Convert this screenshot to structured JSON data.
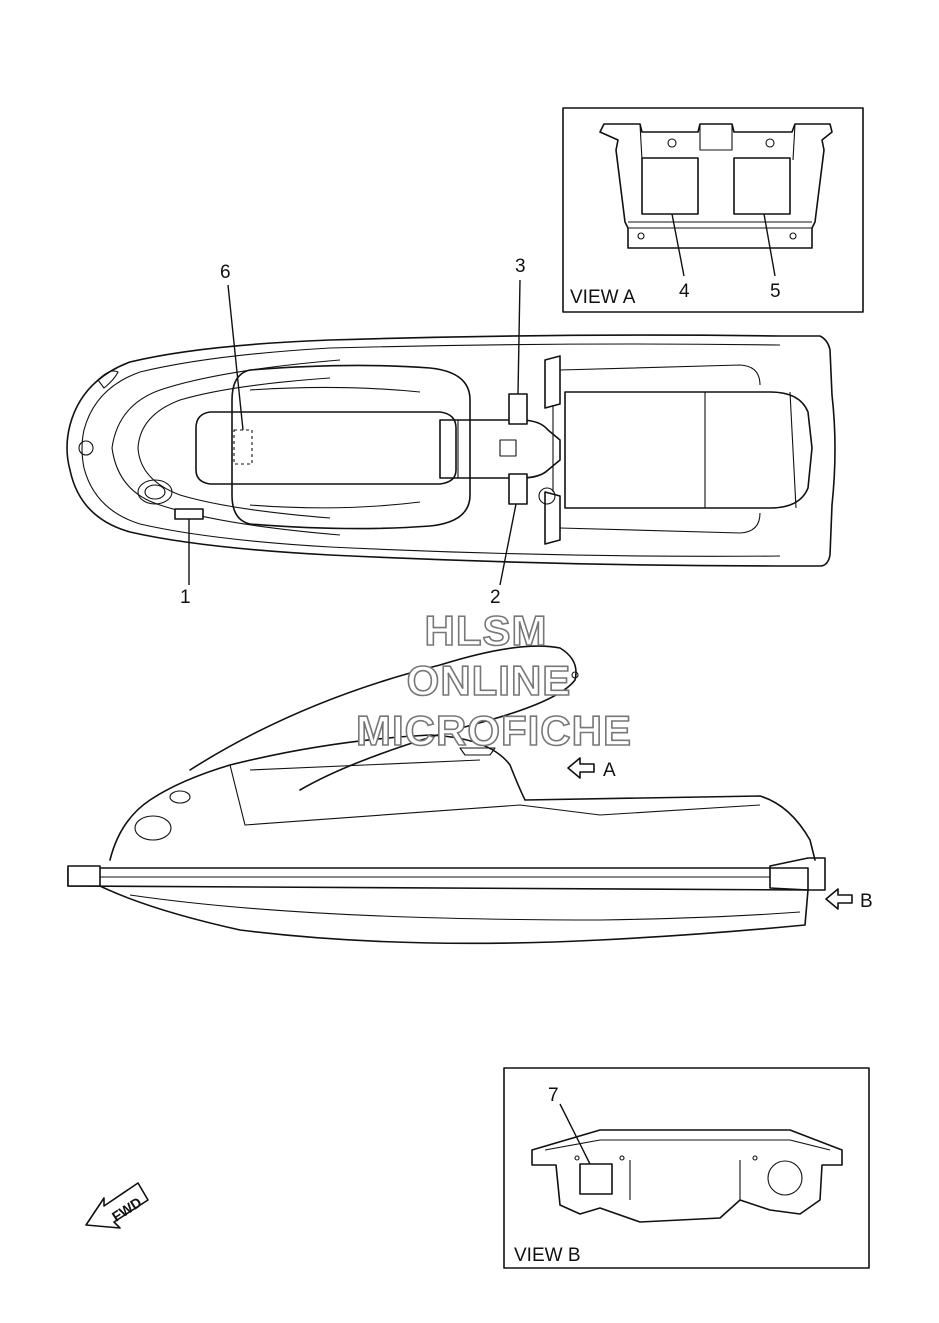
{
  "callouts": {
    "c1": "1",
    "c2": "2",
    "c3": "3",
    "c4": "4",
    "c5": "5",
    "c6": "6",
    "c7": "7"
  },
  "views": {
    "view_a_label": "VIEW A",
    "view_b_label": "VIEW B",
    "arrow_a": "A",
    "arrow_b": "B"
  },
  "watermark": {
    "line1": "HLSM",
    "line2": "ONLINE",
    "line3": "MICROFICHE"
  },
  "fwd": "FWD"
}
